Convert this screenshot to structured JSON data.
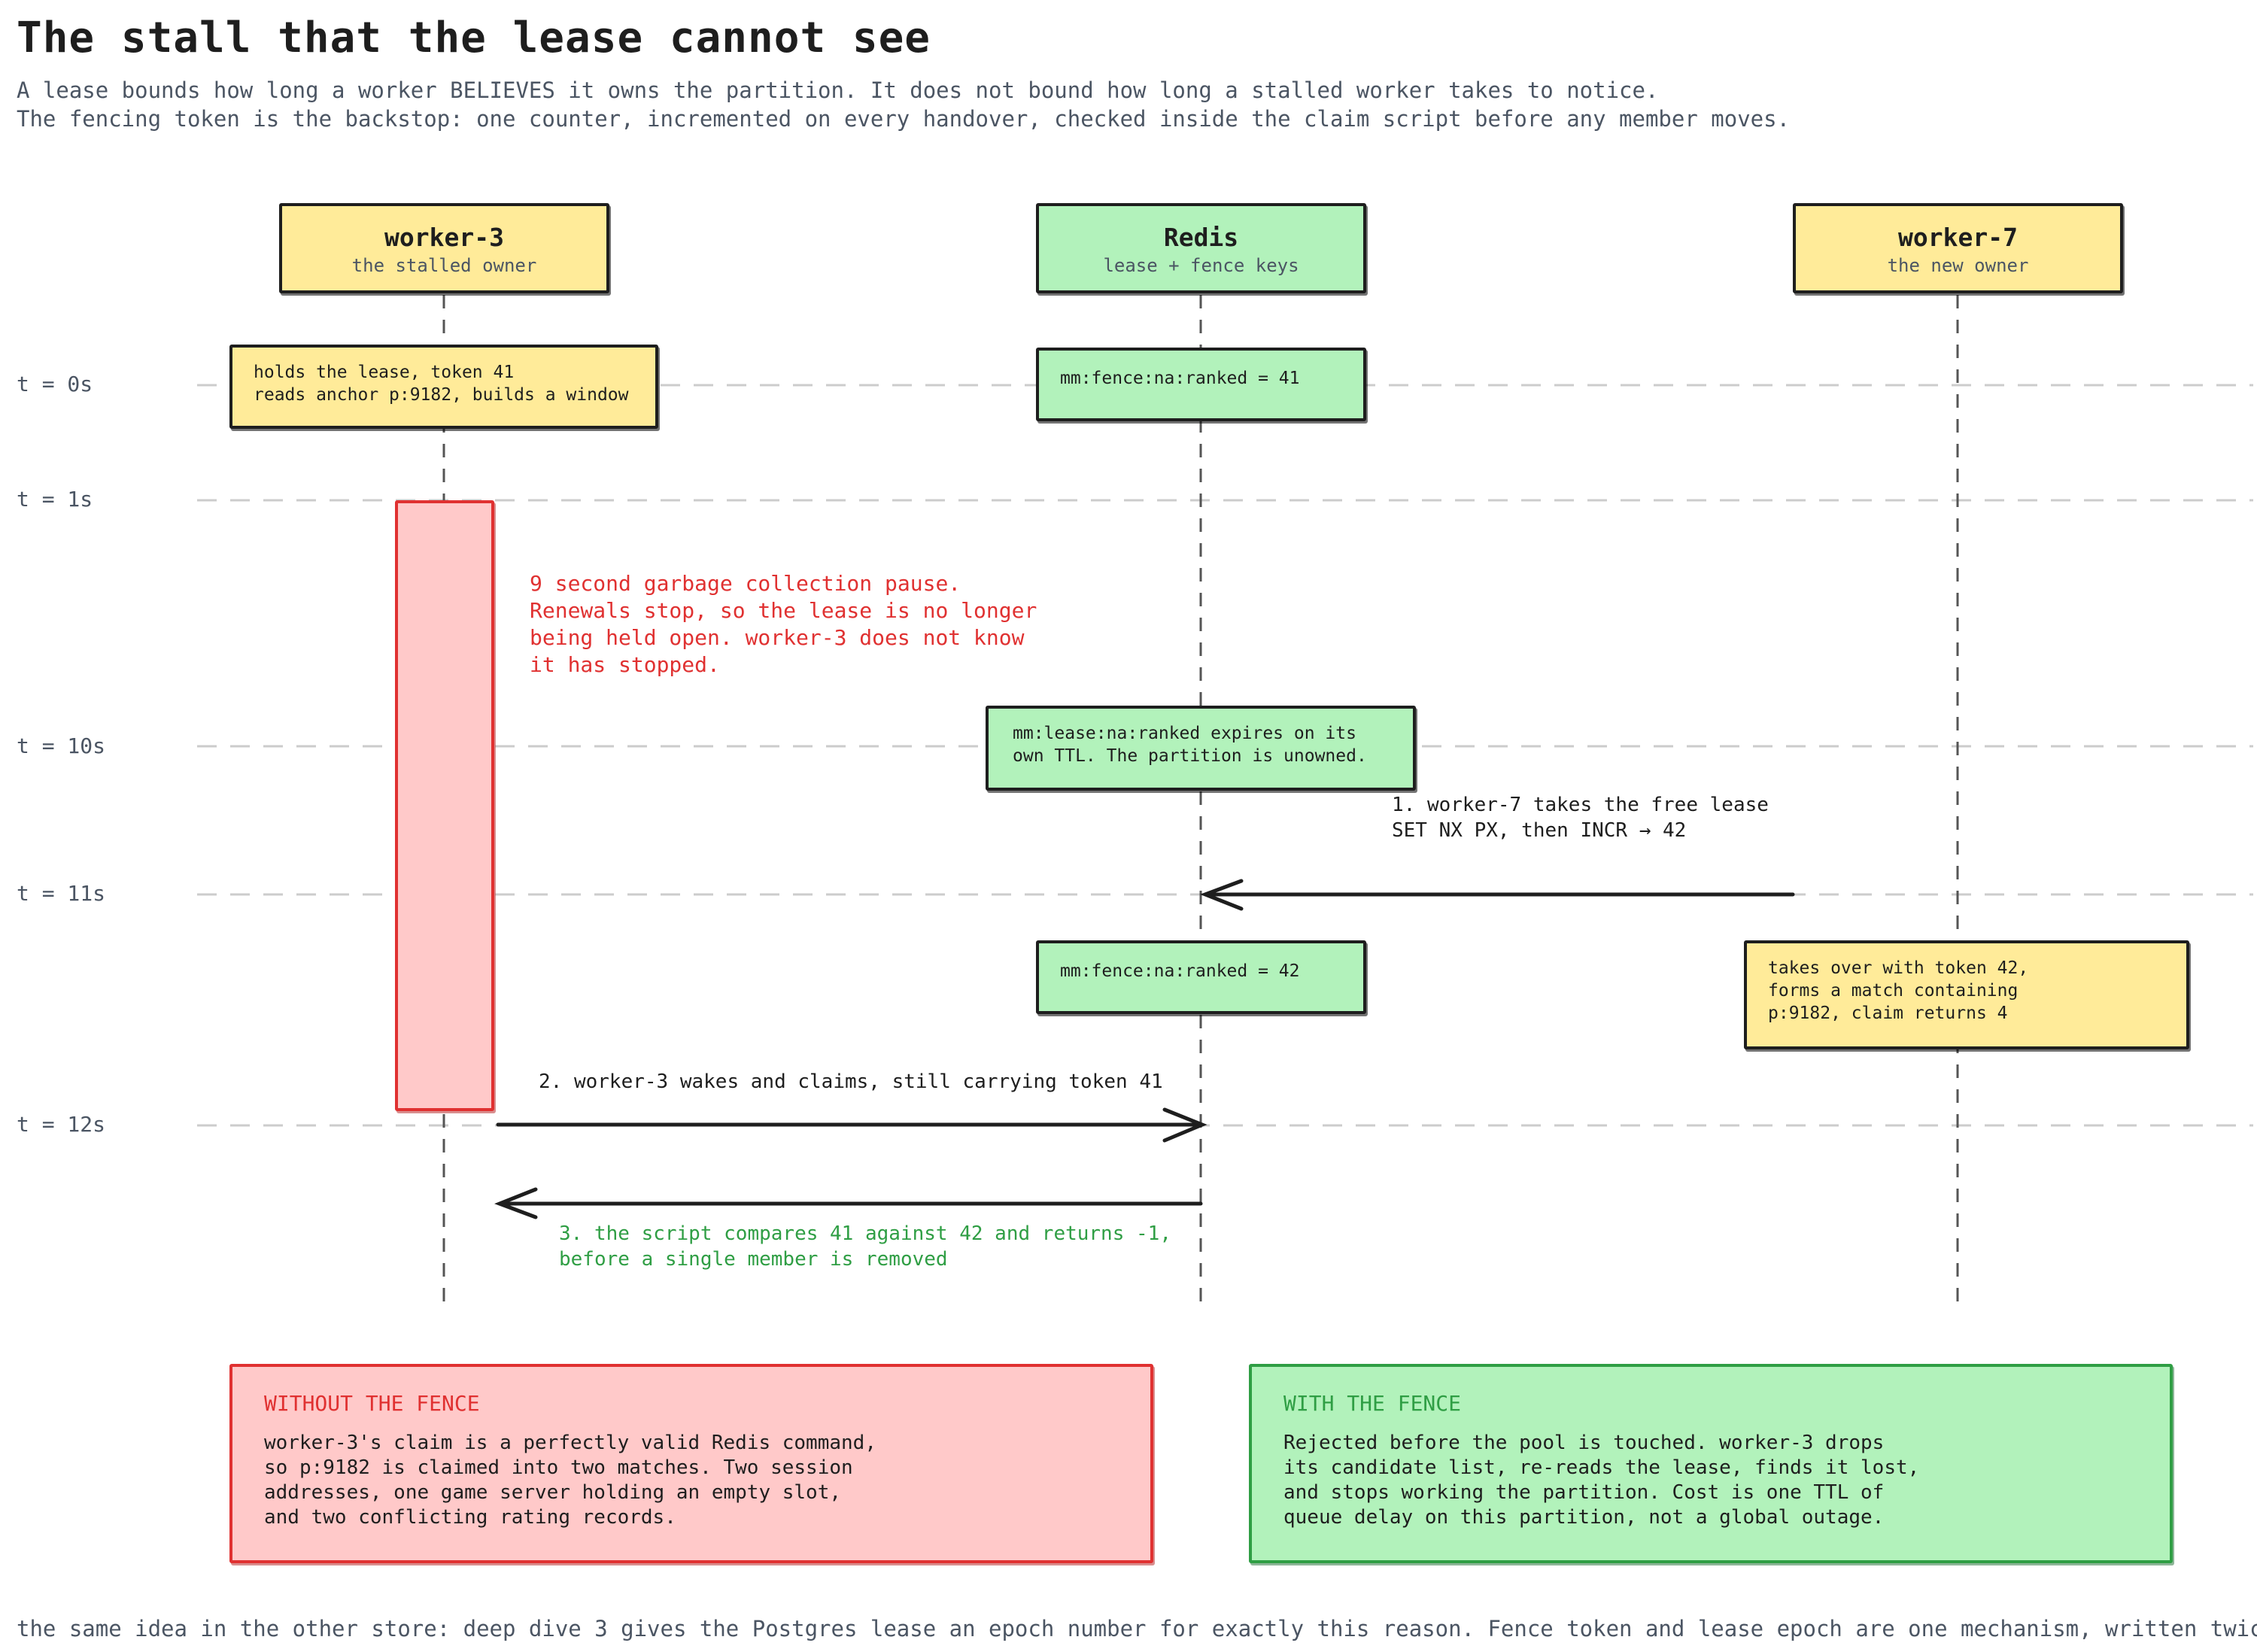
{
  "title": "The stall that the lease cannot see",
  "subtitle": [
    "A lease bounds how long a worker BELIEVES it owns the partition. It does not bound how long a stalled worker takes to notice.",
    "The fencing token is the backstop: one counter, incremented on every handover, checked inside the claim script before any member moves."
  ],
  "actors": [
    {
      "name": "worker-3",
      "desc": "the stalled owner",
      "color": "#ffeb99"
    },
    {
      "name": "Redis",
      "desc": "lease + fence keys",
      "color": "#b2f2bb"
    },
    {
      "name": "worker-7",
      "desc": "the new owner",
      "color": "#ffeb99"
    }
  ],
  "time_labels": [
    "t = 0s",
    "t = 1s",
    "t = 10s",
    "t = 11s",
    "t = 12s"
  ],
  "notes": {
    "w3_t0": "holds the lease, token 41\nreads anchor p:9182, builds a window",
    "redis_t0": "mm:fence:na:ranked = 41",
    "gc_pause": "9 second garbage collection pause.\nRenewals stop, so the lease is no longer\nbeing held open. worker-3 does not know\nit has stopped.",
    "lease_expire": "mm:lease:na:ranked expires on its\nown TTL. The partition is unowned.",
    "step1": "1. worker-7 takes the free lease\nSET NX PX, then INCR → 42",
    "redis_t11": "mm:fence:na:ranked = 42",
    "w7_takeover": "takes over with token 42,\nforms a match containing\np:9182, claim returns 4",
    "step2": "2. worker-3 wakes and claims, still carrying token 41",
    "step3": "3. the script compares 41 against 42 and returns -1,\nbefore a single member is removed"
  },
  "cards": {
    "without": {
      "title": "WITHOUT THE FENCE",
      "body": "worker-3's claim is a perfectly valid Redis command,\nso p:9182 is claimed into two matches. Two session\naddresses, one game server holding an empty slot,\nand two conflicting rating records."
    },
    "with": {
      "title": "WITH THE FENCE",
      "body": "Rejected before the pool is touched. worker-3 drops\nits candidate list, re-reads the lease, finds it lost,\nand stops working the partition. Cost is one TTL of\nqueue delay on this partition, not a global outage."
    }
  },
  "footer": "the same idea in the other store: deep dive 3 gives the Postgres lease an epoch number for exactly this reason. Fence token and lease epoch are one mechanism, written twice.",
  "colors": {
    "ink": "#1e1e1e",
    "yellow": "#ffeb99",
    "green": "#b2f2bb",
    "pink": "#ffc9c9",
    "red": "#e03131",
    "dark_green": "#2f9e44",
    "muted": "#4b5563",
    "guide": "#cccccc"
  }
}
